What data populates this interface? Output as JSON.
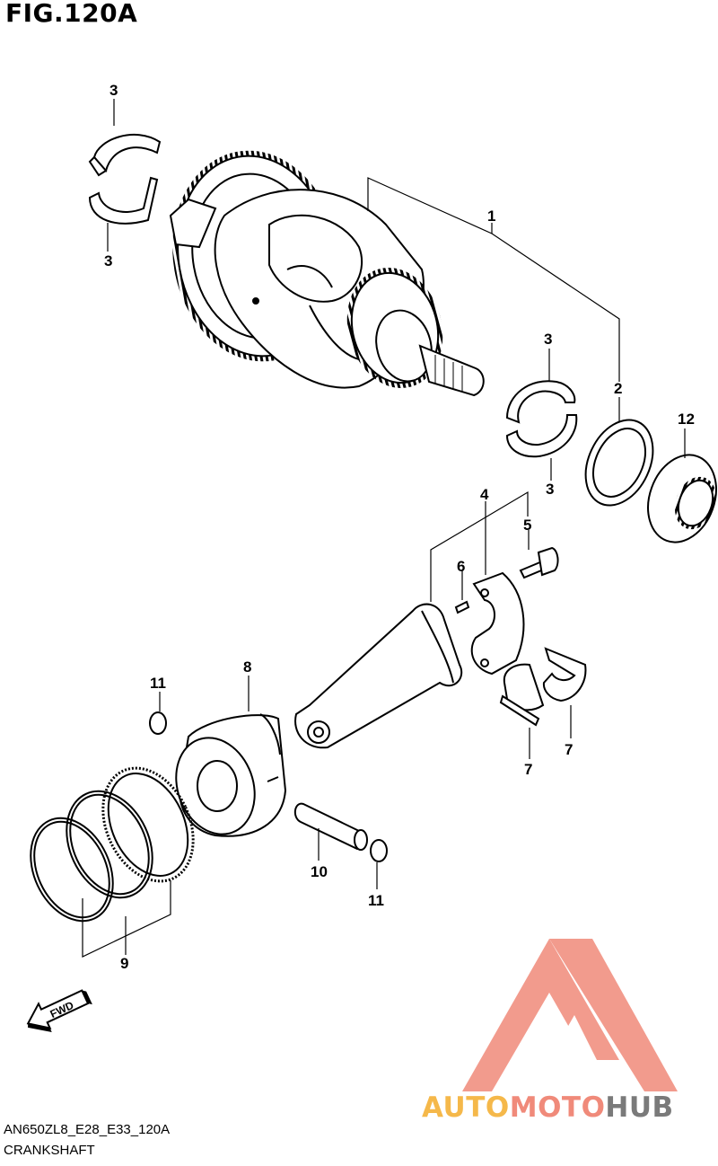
{
  "figure": {
    "title": "FIG.120A"
  },
  "footer": {
    "code": "AN650ZL8_E28_E33_120A",
    "name": "CRANKSHAFT"
  },
  "fwd_label": "FWD",
  "logo": {
    "part1": "AUTO",
    "part2": "MOTO",
    "part3": "HUB",
    "colors": {
      "auto": "#f5b84a",
      "moto": "#f08a7a",
      "hub": "#7a7a7a",
      "mark": "#f08a7a"
    }
  },
  "callouts": {
    "c1": "1",
    "c2": "2",
    "c3a": "3",
    "c3b": "3",
    "c3c": "3",
    "c3d": "3",
    "c4": "4",
    "c5": "5",
    "c6": "6",
    "c7a": "7",
    "c7b": "7",
    "c8": "8",
    "c9": "9",
    "c10": "10",
    "c11a": "11",
    "c11b": "11",
    "c12": "12"
  }
}
